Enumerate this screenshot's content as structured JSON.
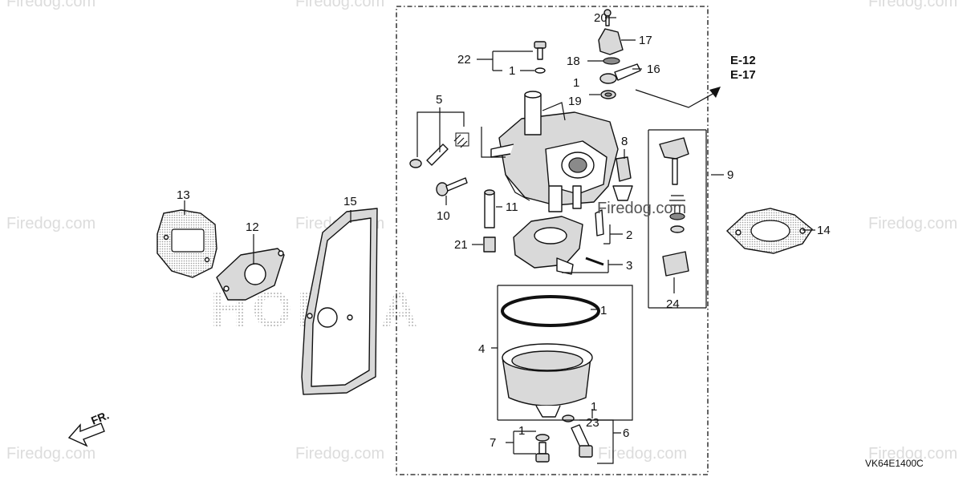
{
  "diagram": {
    "part_labels": {
      "p1a": "1",
      "p1b": "1",
      "p1c": "1",
      "p1d": "1",
      "p1e": "1",
      "p2": "2",
      "p3": "3",
      "p4": "4",
      "p5": "5",
      "p6": "6",
      "p7": "7",
      "p8": "8",
      "p9": "9",
      "p10": "10",
      "p11": "11",
      "p12": "12",
      "p13": "13",
      "p14": "14",
      "p15": "15",
      "p16": "16",
      "p17": "17",
      "p18": "18",
      "p19": "19",
      "p20": "20",
      "p21": "21",
      "p22": "22",
      "p23": "23",
      "p24": "24"
    },
    "refs": [
      "E-12",
      "E-17"
    ],
    "direction_label": "FR.",
    "diagram_code": "VK64E1400C",
    "brand_watermark": "HONDA",
    "watermark_text": "Firedog.com"
  },
  "colors": {
    "line": "#111111",
    "part_fill": "#d9d9d9",
    "watermark": "#dcdcdc"
  }
}
